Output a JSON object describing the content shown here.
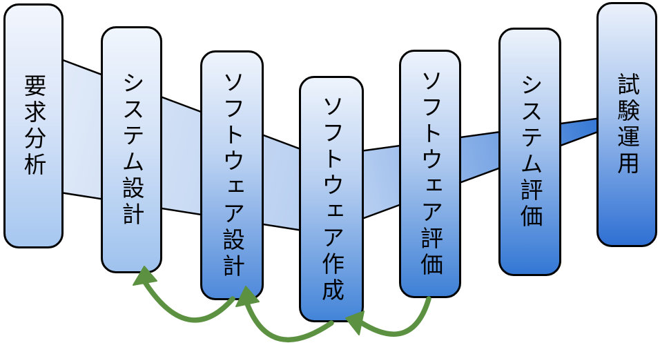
{
  "diagram": {
    "type": "waterfall-development-process",
    "stages": [
      {
        "label": "要求分析"
      },
      {
        "label": "システム設計"
      },
      {
        "label": "ソフトウェア設計"
      },
      {
        "label": "ソフトウェア作成"
      },
      {
        "label": "ソフトウェア評価"
      },
      {
        "label": "システム評価"
      },
      {
        "label": "試験運用"
      }
    ],
    "flow_ribbons": [
      {
        "name": "descending-ribbon",
        "from": "要求分析",
        "to": "ソフトウェア作成",
        "direction": "down-right"
      },
      {
        "name": "ascending-ribbon",
        "from": "ソフトウェア作成",
        "to": "試験運用",
        "direction": "up-right"
      }
    ],
    "feedback_arrows": [
      {
        "from": "ソフトウェア設計",
        "to": "システム設計"
      },
      {
        "from": "ソフトウェア作成",
        "to": "ソフトウェア設計"
      },
      {
        "from": "ソフトウェア評価",
        "to": "ソフトウェア作成"
      }
    ],
    "colors": {
      "background": "#ffffff",
      "box_border": "#000000",
      "box_gradient_top": "#eff4fc",
      "box_gradient_bottoms": [
        "#a6c7f0",
        "#9ec2ee",
        "#4e89da",
        "#4384d8",
        "#3e80d6",
        "#3377d4",
        "#2f70d3"
      ],
      "ribbon_descending_start": "#e0eaf8",
      "ribbon_descending_end": "#b7cef0",
      "ribbon_ascending_start": "#bcd2f2",
      "ribbon_ascending_end": "#2e73d3",
      "feedback_arrow_green": "#5b9140",
      "text": "#000000"
    }
  }
}
